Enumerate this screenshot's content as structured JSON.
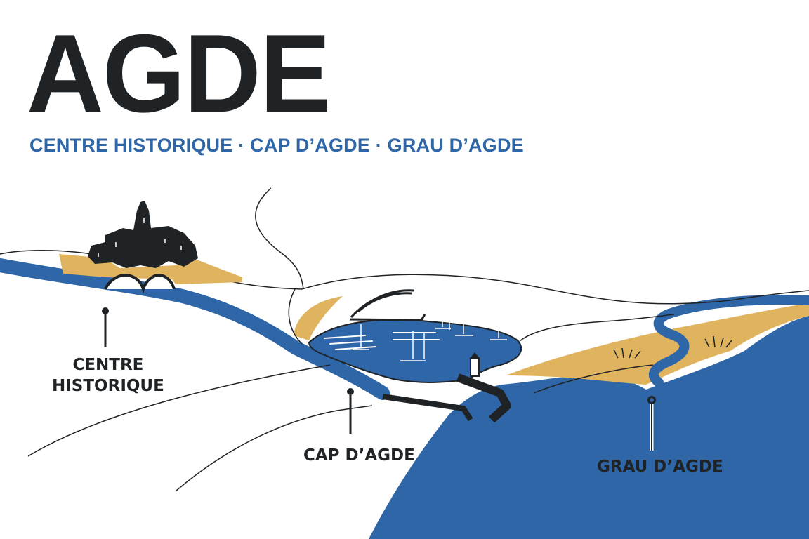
{
  "title": "AGDE",
  "subtitle": "CENTRE HISTORIQUE · CAP D’AGDE · GRAU D’AGDE",
  "places": {
    "centre_historique": {
      "line1": "CENTRE",
      "line2": "HISTORIQUE"
    },
    "cap_dagde": {
      "label": "CAP D’AGDE"
    },
    "grau_dagde": {
      "label": "GRAU D’AGDE"
    }
  },
  "colors": {
    "sea": "#2f66a8",
    "sand": "#e0b35f",
    "ink": "#1f2326",
    "accent_text": "#2f66a8"
  }
}
